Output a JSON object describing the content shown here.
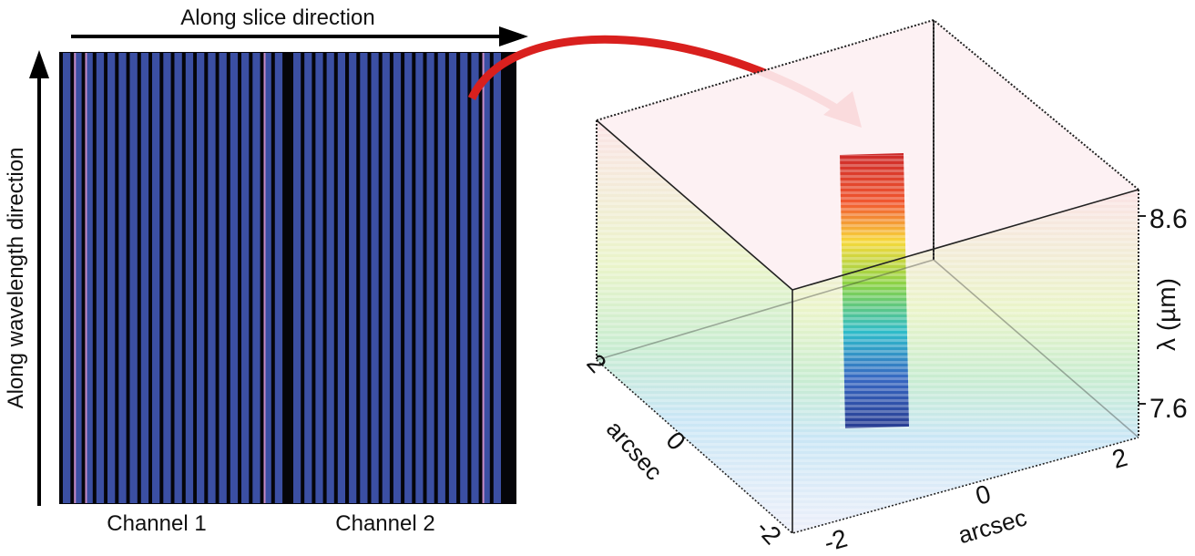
{
  "left_panel": {
    "top_label": "Along slice direction",
    "side_label": "Along wavelength direction",
    "channel_1_label": "Channel 1",
    "channel_2_label": "Channel 2"
  },
  "cube": {
    "lambda_axis_label": "λ (µm)",
    "lambda_ticks": [
      "8.6",
      "7.6"
    ],
    "left_axis_label": "arcsec",
    "left_axis_ticks": [
      "2",
      "0",
      "-2"
    ],
    "bottom_axis_label": "arcsec",
    "bottom_axis_ticks": [
      "-2",
      "0",
      "2"
    ]
  },
  "colors": {
    "detector_bg": "#05050a",
    "slice_blue": "#3b4fa3",
    "slice_highlight": "#c78bc5",
    "arrow_red": "#d9201e"
  }
}
